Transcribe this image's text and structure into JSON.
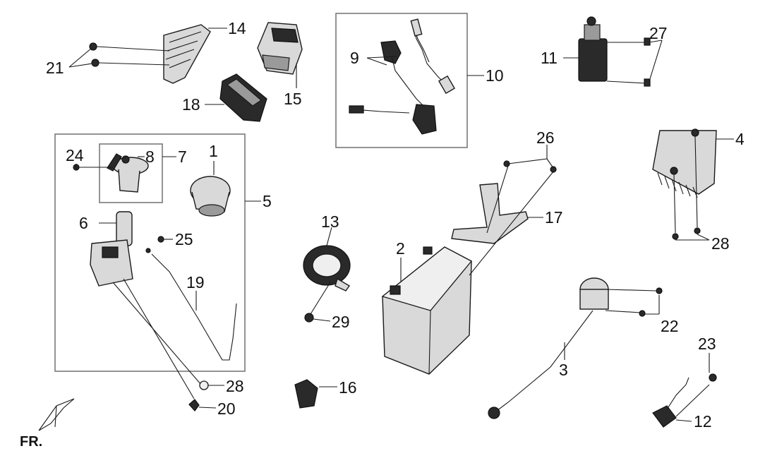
{
  "diagram": {
    "callouts": {
      "c1": "1",
      "c2": "2",
      "c3": "3",
      "c4": "4",
      "c5": "5",
      "c6": "6",
      "c7": "7",
      "c8": "8",
      "c9": "9",
      "c10": "10",
      "c11": "11",
      "c12": "12",
      "c13": "13",
      "c14": "14",
      "c15": "15",
      "c16": "16",
      "c17": "17",
      "c18": "18",
      "c19": "19",
      "c20": "20",
      "c21": "21",
      "c22": "22",
      "c23": "23",
      "c24": "24",
      "c25": "25",
      "c26": "26",
      "c27": "27",
      "c28a": "28",
      "c28b": "28",
      "c29": "29"
    },
    "front_marker": "FR."
  }
}
